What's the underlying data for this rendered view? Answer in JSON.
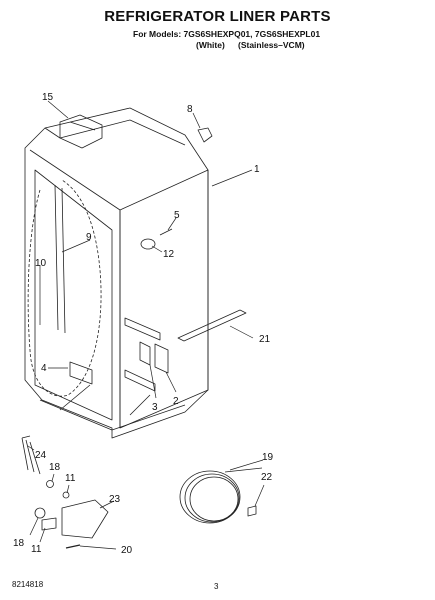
{
  "header": {
    "title": "REFRIGERATOR LINER PARTS",
    "models_line": "For Models: 7GS6SHEXPQ01, 7GS6SHEXPL01",
    "color_white": "(White)",
    "color_stainless": "(Stainless–VCM)"
  },
  "callouts": [
    "15",
    "8",
    "1",
    "5",
    "9",
    "12",
    "10",
    "21",
    "4",
    "3",
    "2",
    "24",
    "19",
    "18",
    "11",
    "22",
    "23",
    "18",
    "11",
    "20"
  ],
  "footer": {
    "part_number": "8214818",
    "page_number": "3"
  }
}
